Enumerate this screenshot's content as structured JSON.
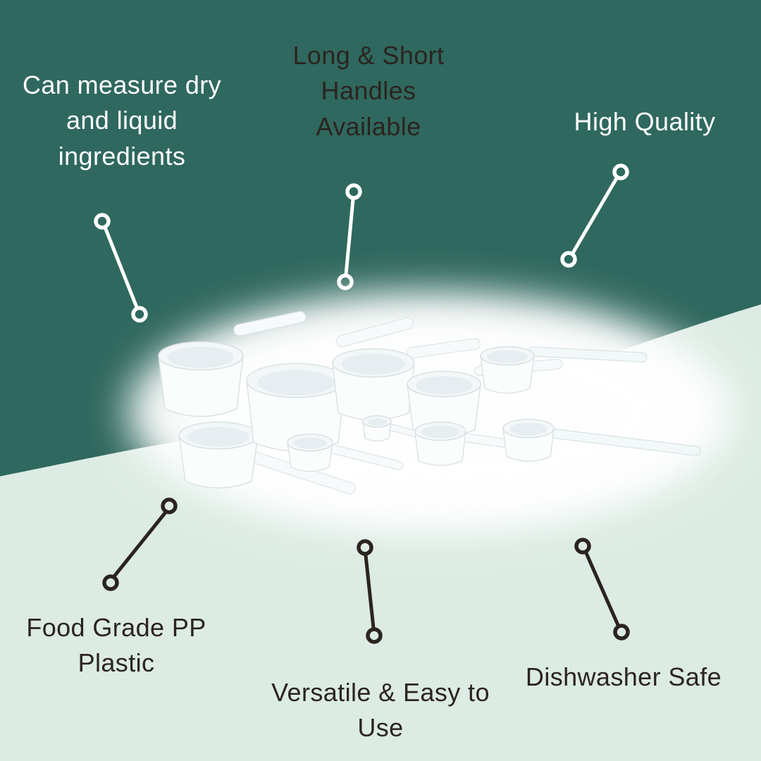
{
  "labels": {
    "measure_dry_liquid": "Can measure dry and liquid ingredients",
    "long_short_handles": "Long & Short Handles Available",
    "high_quality": "High Quality",
    "food_grade": "Food Grade PP Plastic",
    "versatile": "Versatile & Easy to Use",
    "dishwasher_safe": "Dishwasher Safe"
  },
  "colors": {
    "background_top": "#2f685e",
    "background_bottom": "#dcebe3",
    "light_text": "#ffffff",
    "dark_text": "#2b241f",
    "product_white": "#fbfdfd"
  },
  "product": {
    "name": "white plastic measuring scoops set"
  }
}
